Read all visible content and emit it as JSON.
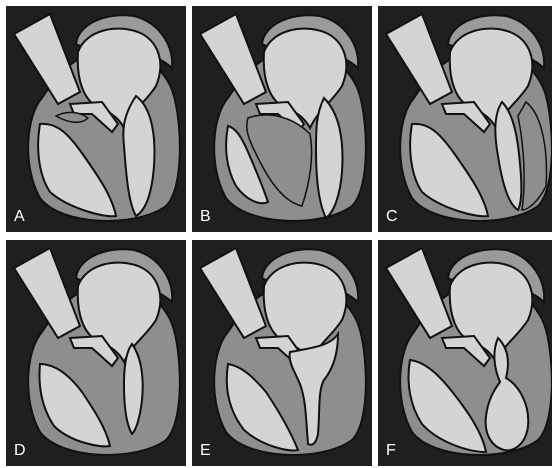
{
  "figure": {
    "panels": [
      {
        "label": "A",
        "variant": "normal"
      },
      {
        "label": "B",
        "variant": "large-septal-mass"
      },
      {
        "label": "C",
        "variant": "apical-lateral-thickening"
      },
      {
        "label": "D",
        "variant": "concentric-thickening"
      },
      {
        "label": "E",
        "variant": "diffuse-septal-wall-thickening"
      },
      {
        "label": "F",
        "variant": "midventricular-obstruction"
      }
    ],
    "colors": {
      "background": "#1f1f1f",
      "muscle": "#8e8e8e",
      "chamber": "#d4d4d4",
      "outline": "#111111",
      "label": "#ffffff"
    }
  }
}
